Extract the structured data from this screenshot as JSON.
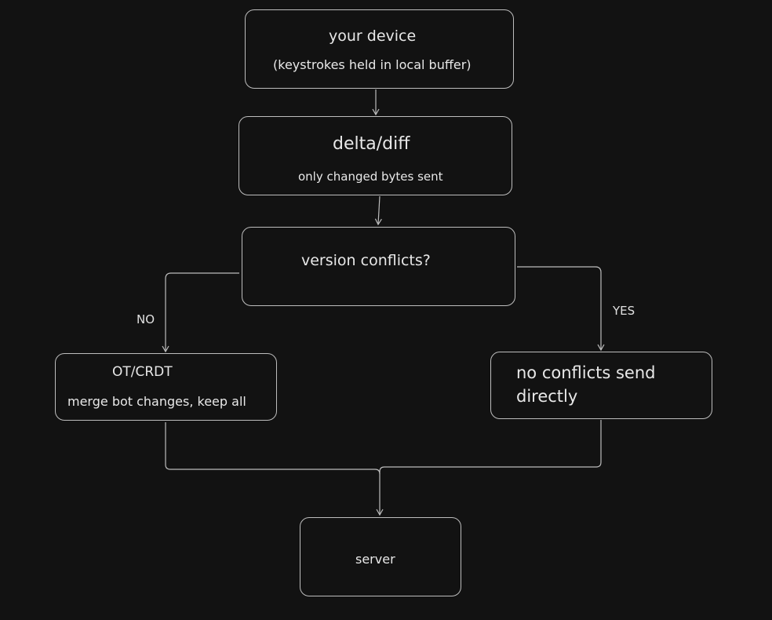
{
  "nodes": {
    "device": {
      "title": "your device",
      "subtitle": "(keystrokes held in local buffer)"
    },
    "delta": {
      "title": "delta/diff",
      "subtitle": "only changed bytes sent"
    },
    "decision": {
      "title": "version conflicts?"
    },
    "otcrdt": {
      "title": "OT/CRDT",
      "subtitle": "merge bot changes, keep all"
    },
    "direct": {
      "line1": "no conflicts send",
      "line2": "directly"
    },
    "server": {
      "title": "server"
    }
  },
  "edges": {
    "no_label": "NO",
    "yes_label": "YES"
  },
  "colors": {
    "background": "#121212",
    "stroke": "#bdbdbd",
    "text": "#e8e8e8"
  }
}
